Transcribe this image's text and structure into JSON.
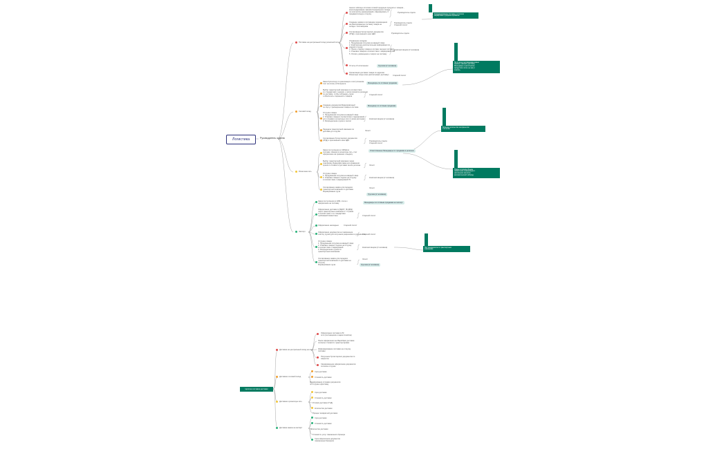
{
  "diagram1": {
    "root": "Логистика",
    "head": "Руководитель отдела",
    "branches": [
      "Поставка на центральный склад розничной сети",
      "Сетевой склад",
      "Розничная сеть",
      "Экспорт"
    ],
    "items": {
      "b1_1": "Анализ таблицы остатков готовой продукции продукта и товаров ,\nконсолидирование заказов Генерального склада\nпо количеству наименований, сформировать\nпредварительную отгрузку",
      "b1_2": "Создание заявки в поставщике перемещения\nна фиксированную поставку товара на\nскладе с поставщиком",
      "b1_3": "Согласование бухгалтерских документов\n(УПД) и приложений к ним ЭДО",
      "b1_4": "Управление складом:\n1. Продуманная отгрузка на каждый товар\n2. Комплексная дополнительная информация по\nкаждой отгрузке\n3. Поиск и подбор товара в составе текущих поставок\n4. Упаковка товаров в соответствии с маркировкой WB\n5. Оплата, размещение и запрос на поставку",
      "b1_5": "Отчеты об исполнении",
      "b1_6": "Организация доставки товара по адресам\nРозничные лица (тоже рассчитывают доставку)",
      "b2_1": "Заказ бухгалтеру по реализации и поступлениям\nсчет на оплату в Интернете",
      "b2_2": "Выбор транспортной компании в соответствии\nсо стандартами и ценами, а затем принятие решения\nпо доставке, чтобы соблюдать сроки\nи обеспечить сохранность товаров",
      "b2_3": "Создание документов Маркировочный\nпо сорту с расширением товара в системе",
      "b2_4": "Отгрузка товара:\n1. Продуманная отгрузка на каждый товар\n2. Упаковка товара в соответствии с маркировкой\nдля отправки в розничные сети по всем регионам\n3. Распределение грузов и паллет",
      "b2_5": "Передача транспортной компании по\nдоставке до отгрузки",
      "b2_6": "Согласование бухгалтерских документов\n(УПД) и приложений к ним ЭДО",
      "b3_1": "Заказ поступления из СКЮД по\nпоставке товаров в розничную сеть, счет\nоформление на хранение и выдачу",
      "b3_2": "Выбор транспортной компании через\nплатформу ЯндексДоставка для сравнения\nсроков и стоимости доставки на все регионы",
      "b3_3": "Отгрузка товара:\n1. Продуманная отгрузка на каждый товар\n2. Упаковка товара и подача на отгрузку\nв соответствии с маркировкой ТК",
      "b3_4": "Согласование заявок для передачи\nтранспортной компании по доставке\nФормирование груза",
      "b4_1": "Заказ поступления из КЗМ, счета и\nоформление на поставку",
      "b4_2": "Оформление доставки в (ЯДОТ, ЛК ДПД)\nчерез транспортные компании в 7 странах\nв соответствии с их стандартами\nтребований Казахстана",
      "b4_3": "Оформление накладных",
      "b4_4": "Оформление документов на таможенную\nочистку грузов для получения разрешения и документов",
      "b4_5": "Отгрузка товара:\n1. Продуманная отгрузка на каждый товар\n2. Упаковка товара и подача на отгрузку\nв соответствии с маркировкой\n3. Распределение грузов по\nтранспортным компаниям",
      "b4_6": "Согласование заявок для передачи\nтранспортной компании по доставке на\nотгрузку\nФормирование груза"
    },
    "roles": {
      "r1": "Руководитель отдела",
      "r2": "Руководитель отдела\nСтарший логист",
      "r3": "Руководитель отдела",
      "r4": "Комплектовщики (3 человека)",
      "r5": "Старший логист",
      "r6": "Старший логист",
      "r7": "Комплектовщики (2 человека)",
      "r8": "Логист",
      "r9": "Руководитель отдела\nСтарший логист",
      "r10": "Логист",
      "r11": "Комплектовщики (2 человека)",
      "r12": "Логист",
      "r13": "Старший логист",
      "r14": "Старший логист",
      "r15": "Старший логист",
      "r16": "Комплектовщики (3 человека)",
      "r17": "Логист"
    },
    "pills": {
      "p1": "Грузчики (2 человека)",
      "p2": "Менеджеры по оптовым продажам",
      "p3": "Менеджер по оптовым продажам",
      "p4": "Ответственные Менеджеры по продажам в регионах",
      "p5": "Грузчики (2 человека)",
      "p6": "Менеджеры по оптовым продажам на экспорт",
      "p7": "Грузчики (2 человека)"
    },
    "notes": {
      "n1": "Координирование поставок и остатков\nмаркировка и документирование",
      "n2": "Не по всем поставщикам можно\nзаранее заказать доставку\nМенеджеры и регистратор\nпродуктов в итоге не могут\nплатить",
      "n3": "Большое количество контрагентов\nи отчетов",
      "n4": "Нужен в полном объеме\nправильная информация о\nнаполнении каталога\nавтоматической таблицы",
      "n5": "Нет специалиста по транспортным\nкомпаниям"
    }
  },
  "diagram2": {
    "root": "Цепочка поставок доставки",
    "branches": [
      "Доставка на центральный склад на сети",
      "Доставка в сетевой склад",
      "Доставка в розничную сеть",
      "Доставка заказа на экспорт"
    ],
    "items": {
      "c1_1": "Оформление поставки в ЛК\nсети (поставщиков и маркетплейсов)",
      "c1_2": "Поиск оформления на МаркОфис доставки\nсогласно стоимости транспортировки",
      "c1_3": "Информирование поставки на отгрузку\nпоставки",
      "c1_4": "Получение бухгалтерских документов по\nзакрытию",
      "c1_5": "Своевременное оформление документов\nсогласно отгрузки",
      "c2_1": "Срок доставки",
      "c2_2": "Стоимость доставки",
      "c2_3": "Формирование отправки документов\nпо отгрузке в Доставку",
      "c3_1": "Срок доставки",
      "c3_2": "Стоимость доставки",
      "c3_3": "Условия доставки (ТСД)",
      "c3_4": "Количество доставки",
      "c3_5": "Процент возвратной доставки",
      "c4_1": "Срок доставки",
      "c4_2": "Стоимость доставки",
      "c4_3": "Количество доставки",
      "c4_4": "Стоимость услуг таможенного брокера",
      "c4_5": "Срок оформления документов\nтаможенным брокером"
    }
  }
}
